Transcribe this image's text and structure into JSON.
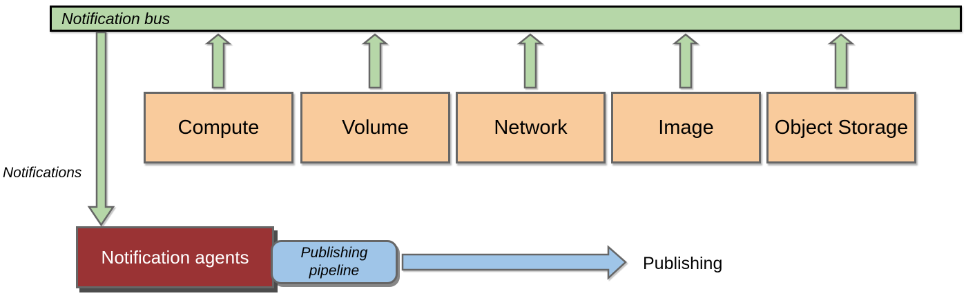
{
  "bus": {
    "label": "Notification bus"
  },
  "services": [
    "Compute",
    "Volume",
    "Network",
    "Image",
    "Object Storage"
  ],
  "labels": {
    "notifications": "Notifications",
    "publishing": "Publishing"
  },
  "agents": {
    "label": "Notification agents"
  },
  "pipeline": {
    "label": "Publishing pipeline"
  },
  "arrows": [
    {
      "name": "compute-to-bus",
      "direction": "up",
      "color": "#b6d7a8"
    },
    {
      "name": "volume-to-bus",
      "direction": "up",
      "color": "#b6d7a8"
    },
    {
      "name": "network-to-bus",
      "direction": "up",
      "color": "#b6d7a8"
    },
    {
      "name": "image-to-bus",
      "direction": "up",
      "color": "#b6d7a8"
    },
    {
      "name": "object-storage-to-bus",
      "direction": "up",
      "color": "#b6d7a8"
    },
    {
      "name": "bus-to-notification-agents",
      "direction": "down",
      "color": "#b6d7a8"
    },
    {
      "name": "pipeline-to-publishing",
      "direction": "right",
      "color": "#9fc5e8"
    }
  ],
  "colors": {
    "bus_fill": "#b6d7a8",
    "bus_border": "#000000",
    "service_fill": "#f9cb9c",
    "agents_fill": "#9a3334",
    "pipeline_fill": "#9fc5e8",
    "arrow_green": "#b6d7a8",
    "arrow_blue": "#9fc5e8",
    "border_gray": "#666666"
  }
}
